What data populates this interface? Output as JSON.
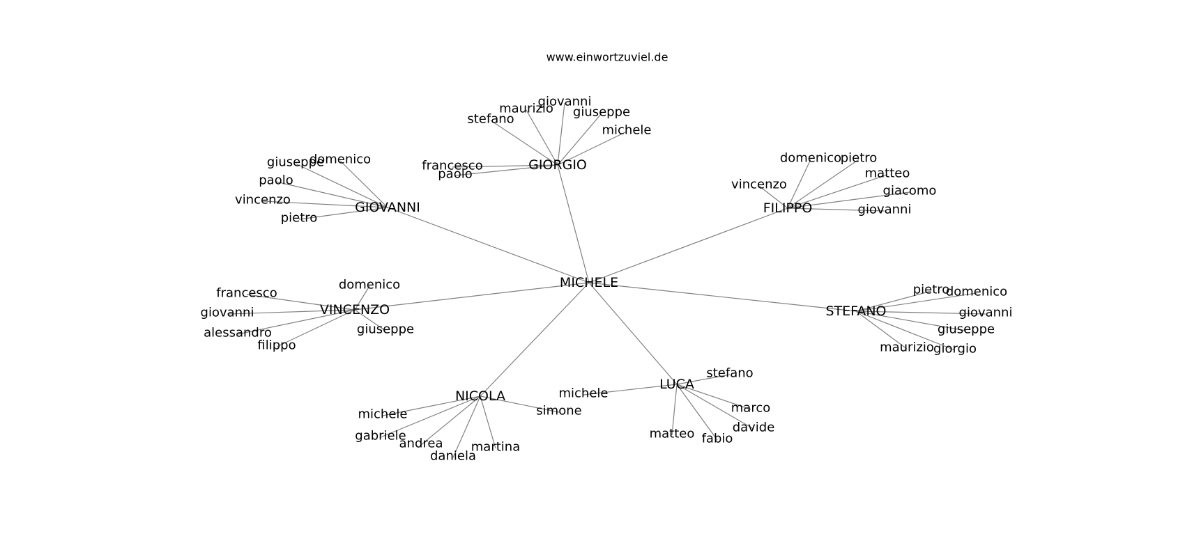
{
  "site": "www.einwortzuviel.de",
  "colors": {
    "edge": "#808080",
    "text": "#000000",
    "background": "#ffffff"
  },
  "graph": {
    "center": "MICHELE",
    "hubs": [
      {
        "name": "GIORGIO",
        "leaves": [
          "stefano",
          "maurizio",
          "giovanni",
          "giuseppe",
          "michele",
          "francesco",
          "paolo"
        ]
      },
      {
        "name": "GIOVANNI",
        "leaves": [
          "giuseppe",
          "domenico",
          "paolo",
          "vincenzo",
          "pietro"
        ]
      },
      {
        "name": "FILIPPO",
        "leaves": [
          "domenico",
          "pietro",
          "matteo",
          "vincenzo",
          "giacomo",
          "giovanni"
        ]
      },
      {
        "name": "VINCENZO",
        "leaves": [
          "francesco",
          "domenico",
          "giovanni",
          "alessandro",
          "giuseppe",
          "filippo"
        ]
      },
      {
        "name": "STEFANO",
        "leaves": [
          "pietro",
          "domenico",
          "giovanni",
          "giuseppe",
          "maurizio",
          "giorgio"
        ]
      },
      {
        "name": "NICOLA",
        "leaves": [
          "michele",
          "simone",
          "gabriele",
          "andrea",
          "daniela",
          "martina"
        ]
      },
      {
        "name": "LUCA",
        "leaves": [
          "stefano",
          "michele",
          "marco",
          "davide",
          "matteo",
          "fabio"
        ]
      }
    ]
  }
}
